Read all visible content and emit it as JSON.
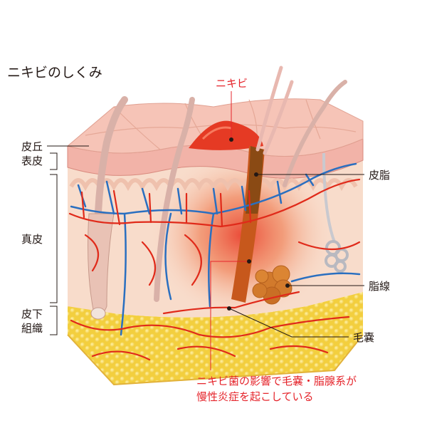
{
  "title": "ニキビのしくみ",
  "acne_label": "ニキビ",
  "layers": {
    "hifukyu": "皮丘",
    "epidermis": "表皮",
    "dermis": "真皮",
    "subcutaneous_line1": "皮下",
    "subcutaneous_line2": "組織"
  },
  "structures": {
    "sebum": "皮脂",
    "sebaceous_gland": "脂線",
    "hair_follicle": "毛嚢"
  },
  "caption": {
    "line1": "ニキビ菌の影響で毛嚢・脂腺系が",
    "line2": "慢性炎症を起こしている"
  },
  "colors": {
    "accent_red": "#e5242b",
    "text": "#231815",
    "artery": "#e02a1a",
    "vein": "#2a6fc0",
    "fat": "#f5d44a",
    "skin_surface": "#f2b3a8",
    "dermis": "#f8dccb"
  }
}
